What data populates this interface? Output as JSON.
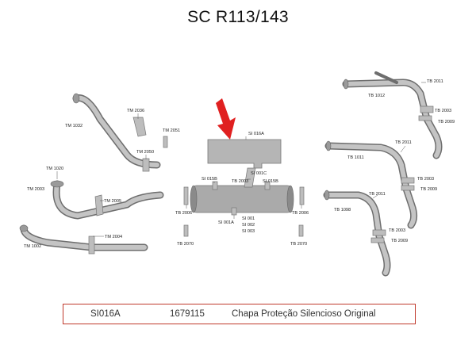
{
  "title": "SC R113/143",
  "labels": {
    "tm1032": "TM 1032",
    "tm2036": "TM 2036",
    "tm2051": "TM 2051",
    "tm2050": "TM 2050",
    "tm1020": "TM 1020",
    "tm2003": "TM 2003",
    "tm2005": "TM 2005",
    "tm1002": "TM 1002",
    "tm2004": "TM 2004",
    "si016a": "SI 016A",
    "si015b_l": "SI 015B",
    "tb2003": "TB 2003",
    "si001c": "SI 001C",
    "si015b_r": "SI 015B",
    "tb2006_l": "TB 2006",
    "tb2006_r": "TB 2006",
    "si001a": "SI 001A",
    "si001": "SI 001",
    "si002": "SI 002",
    "si003": "SI 003",
    "tb2070_l": "TB 2070",
    "tb2070_r": "TB 2070",
    "tb1012": "TB 1012",
    "tb2011_a": "TB 2011",
    "tb2003_a": "TB 2003",
    "tb2009_a": "TB 2009",
    "tb1011": "TB 1011",
    "tb2011_b": "TB 2011",
    "tb2003_b": "TB 2003",
    "tb2009_b": "TB 2009",
    "tb1098": "TB 1098",
    "tb2011_c": "TB 2011",
    "tb2003_c": "TB 2003",
    "tb2009_c": "TB 2009"
  },
  "legend": {
    "code": "SI016A",
    "number": "1679115",
    "description": "Chapa Proteção Silencioso Original"
  },
  "colors": {
    "arrow": "#e02020",
    "legend_border": "#c0392b"
  }
}
